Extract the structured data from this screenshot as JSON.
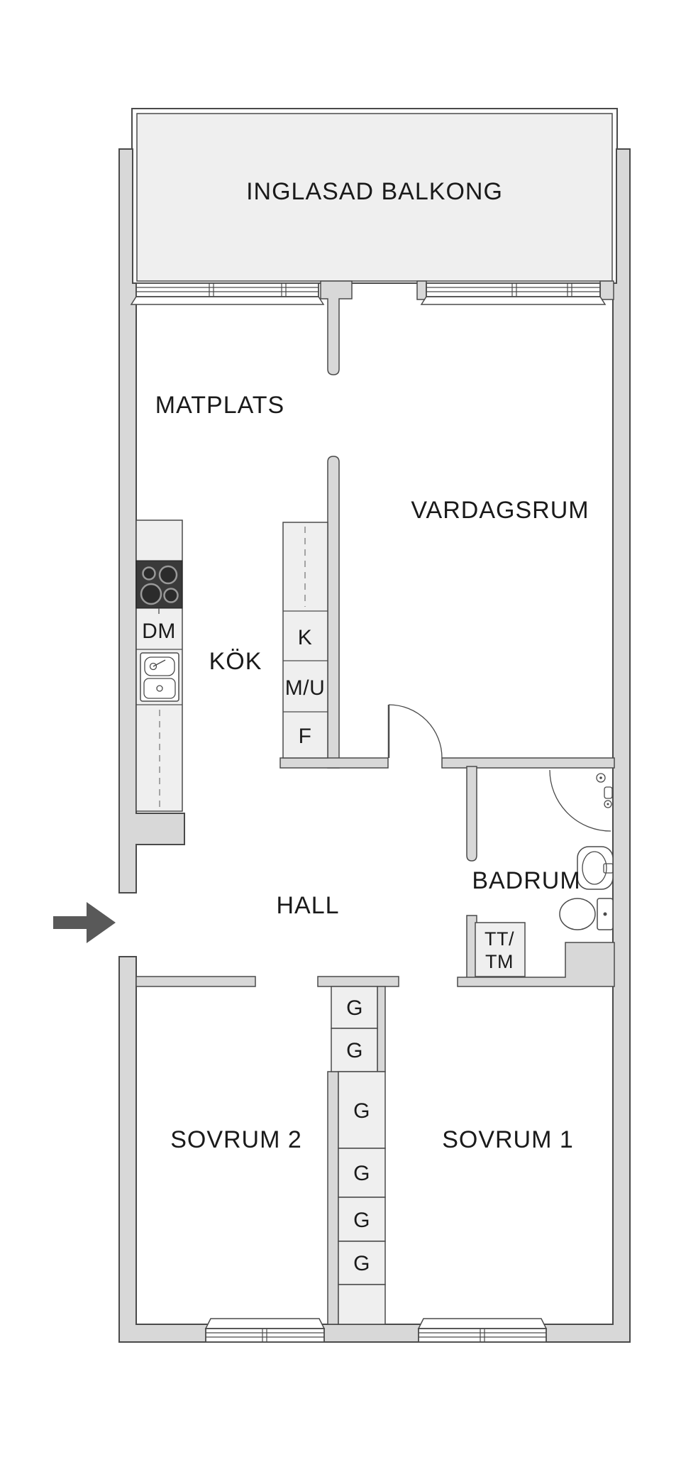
{
  "floor_plan": {
    "balcony": {
      "label": "INGLASAD BALKONG"
    },
    "rooms": {
      "dining": "MATPLATS",
      "living": "VARDAGSRUM",
      "kitchen": "KÖK",
      "hall": "HALL",
      "bathroom": "BADRUM",
      "bedroom2": "SOVRUM 2",
      "bedroom1": "SOVRUM 1"
    },
    "kitchen_units": {
      "dishwasher": "DM",
      "tall_units": [
        "K",
        "M/U",
        "F"
      ]
    },
    "laundry": {
      "line1": "TT/",
      "line2": "TM"
    },
    "wardrobes": [
      "G",
      "G",
      "G",
      "G",
      "G",
      "G"
    ],
    "colors": {
      "wall_fill": "#d8d8d8",
      "outline": "#4a4a4a",
      "unit_fill": "#efefef",
      "stove": "#3a3a3a",
      "entry_arrow": "#595959",
      "text": "#1a1a1a",
      "background": "#ffffff"
    }
  }
}
